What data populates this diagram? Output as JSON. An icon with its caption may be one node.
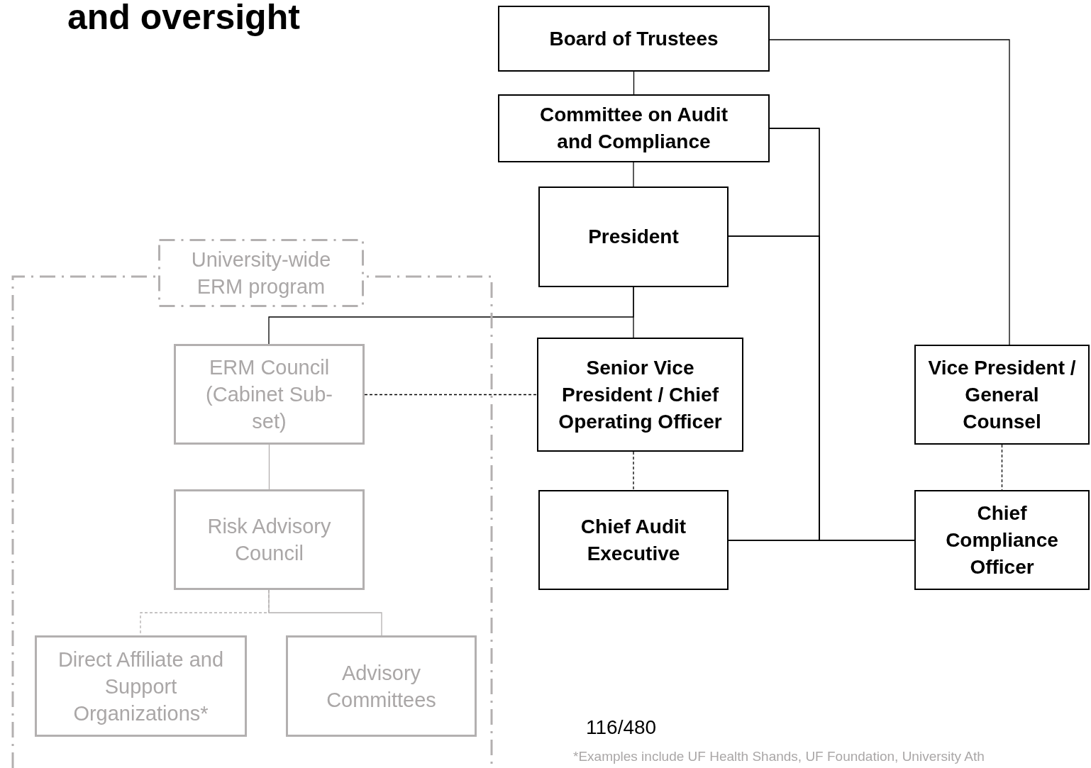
{
  "diagram": {
    "title": "and oversight",
    "nodes": [
      {
        "text": [
          "Board of Trustees"
        ]
      },
      {
        "text": [
          "Committee on Audit and Compliance"
        ]
      },
      {
        "text": [
          "President"
        ]
      },
      {
        "text": [
          "Senior Vice President / Chief Operating Officer"
        ]
      },
      {
        "text": [
          "Chief Audit Executive"
        ]
      },
      {
        "text": [
          "Vice President / General Counsel"
        ]
      },
      {
        "text": [
          "Chief Compliance Officer"
        ]
      },
      {
        "text": [
          "University-wide ERM program"
        ]
      },
      {
        "text": [
          "ERM Council (Cabinet Sub-set)"
        ],
        "in": 7
      },
      {
        "text": [
          "Risk Advisory Council"
        ],
        "in": 7
      },
      {
        "text": [
          "Direct Affiliate and Support Organizations*"
        ],
        "in": 7
      },
      {
        "text": [
          "Advisory Committees"
        ],
        "in": 7
      }
    ],
    "edges": [
      {
        "from": 0,
        "to": 1,
        "arrow": "none"
      },
      {
        "from": 1,
        "to": 2,
        "arrow": "none"
      },
      {
        "from": 2,
        "to": 3,
        "arrow": "none"
      },
      {
        "from": 2,
        "to": 8,
        "arrow": "none"
      },
      {
        "from": 8,
        "to": 3,
        "arrow": "none",
        "style": "dashed"
      },
      {
        "from": 3,
        "to": 4,
        "arrow": "none",
        "style": "dashed"
      },
      {
        "from": 0,
        "to": 5,
        "arrow": "none"
      },
      {
        "from": 5,
        "to": 6,
        "arrow": "none",
        "style": "dashed"
      },
      {
        "from": 1,
        "to": 4,
        "arrow": "none"
      },
      {
        "from": 1,
        "to": 6,
        "arrow": "none"
      },
      {
        "from": 2,
        "to": 4,
        "arrow": "none"
      },
      {
        "from": 2,
        "to": 6,
        "arrow": "none"
      },
      {
        "from": 8,
        "to": 9,
        "arrow": "none",
        "color": "#b3b0b0"
      },
      {
        "from": 9,
        "to": 10,
        "arrow": "none",
        "style": "dashed",
        "color": "#b3b0b0"
      },
      {
        "from": 9,
        "to": 11,
        "arrow": "none",
        "color": "#b3b0b0"
      }
    ],
    "labels": [
      "116/480",
      "*Examples include UF Health Shands, UF Foundation, University Ath"
    ]
  }
}
